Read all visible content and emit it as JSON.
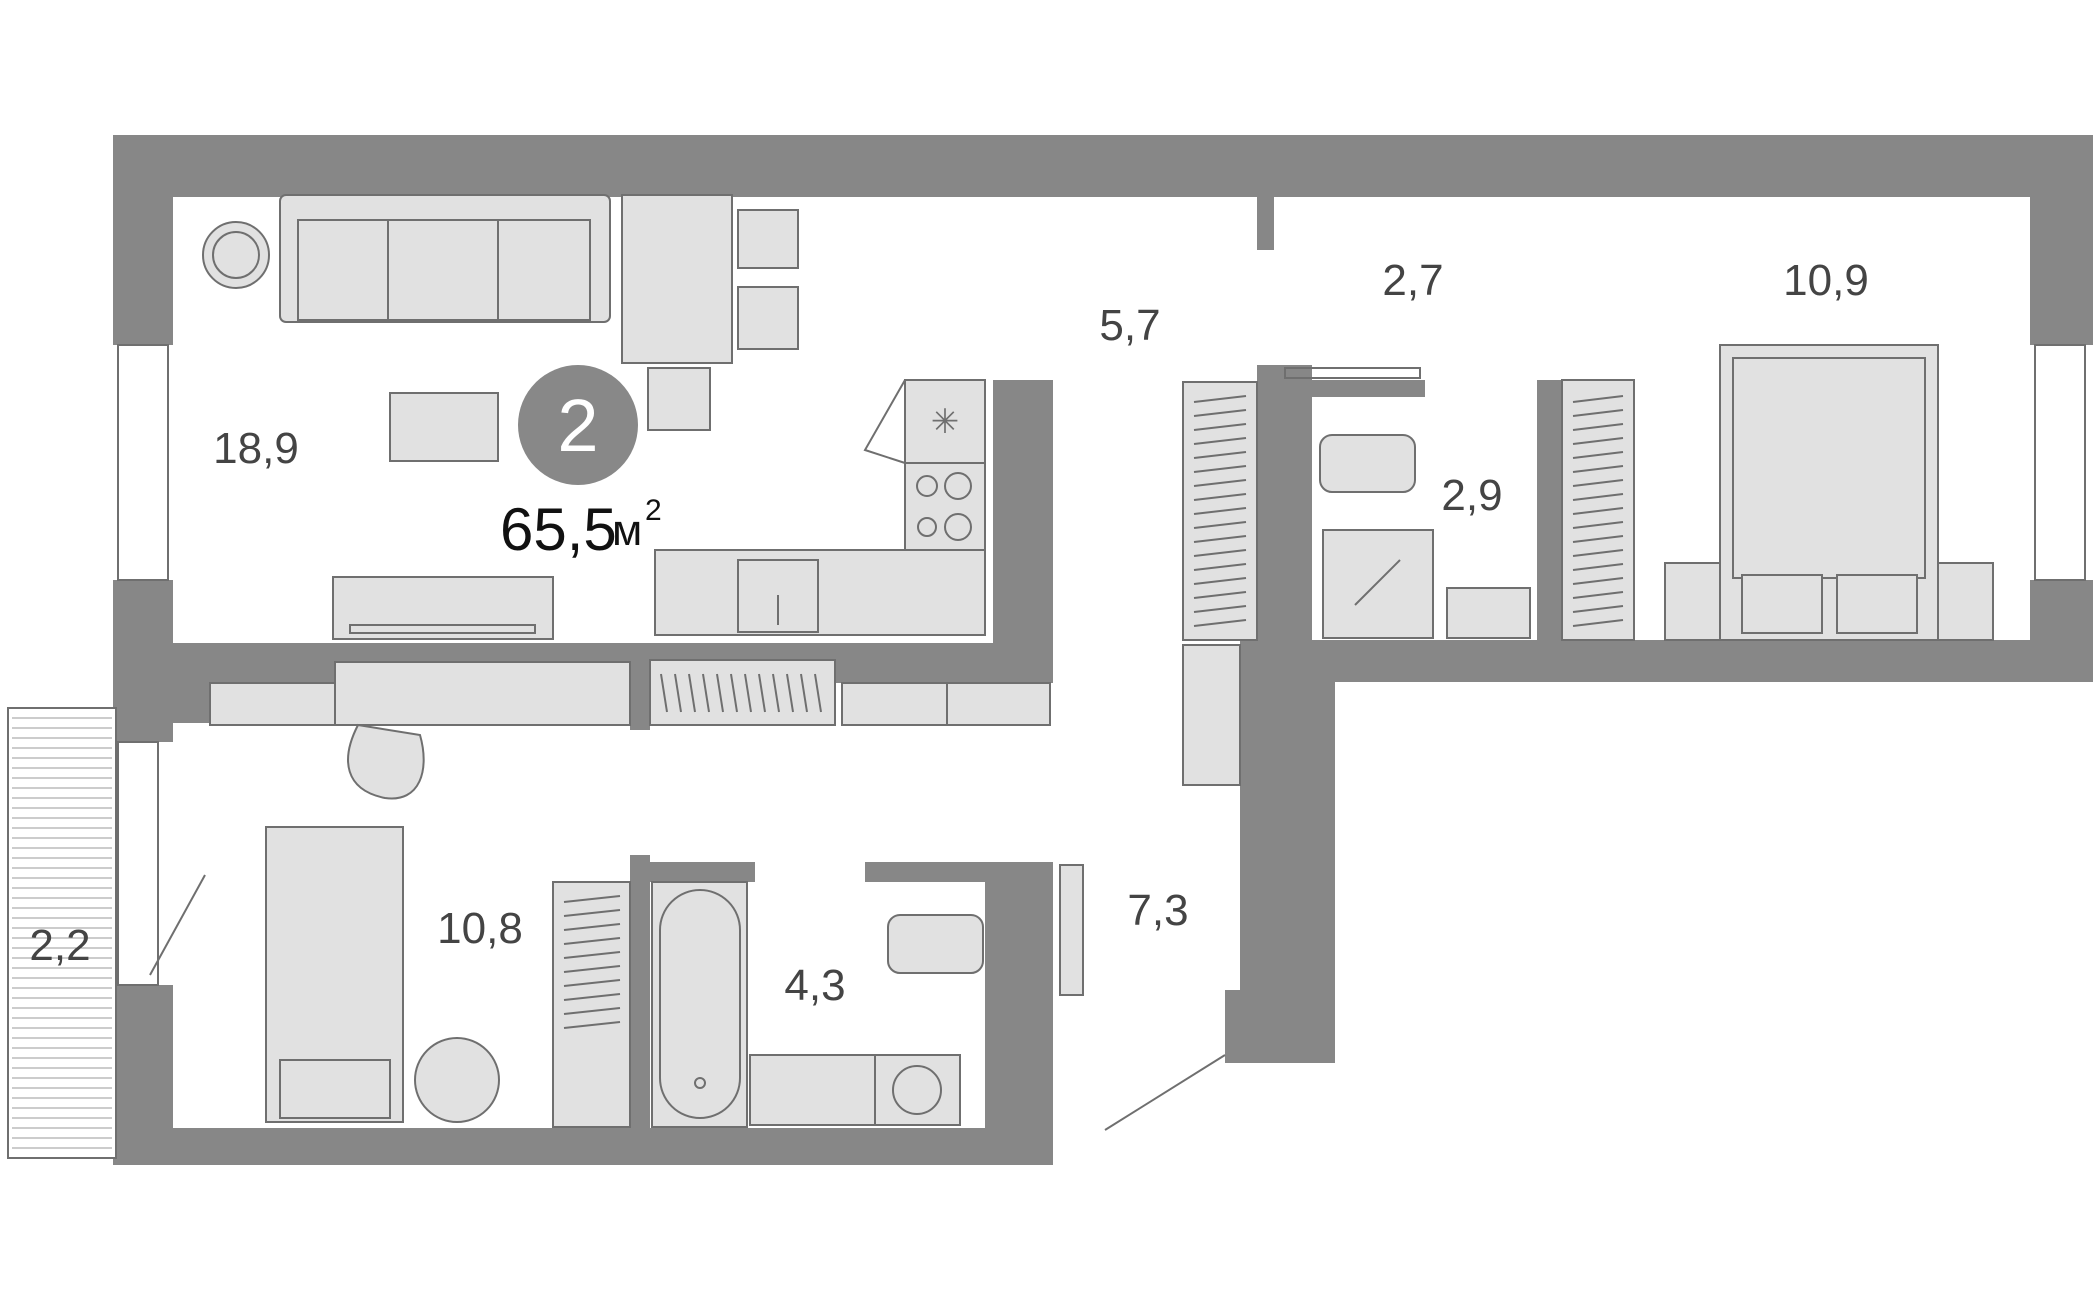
{
  "plan": {
    "room_count": "2",
    "total_area": {
      "value": "65,5",
      "unit": "м",
      "exponent": "2"
    },
    "rooms": [
      {
        "id": "living-kitchen",
        "area": "18,9"
      },
      {
        "id": "hall",
        "area": "5,7"
      },
      {
        "id": "corridor-small",
        "area": "2,7"
      },
      {
        "id": "bedroom-right",
        "area": "10,9"
      },
      {
        "id": "shower-room",
        "area": "2,9"
      },
      {
        "id": "balcony",
        "area": "2,2"
      },
      {
        "id": "bedroom-left",
        "area": "10,8"
      },
      {
        "id": "bathroom",
        "area": "4,3"
      },
      {
        "id": "entrance",
        "area": "7,3"
      }
    ],
    "colors": {
      "wall": "#878787",
      "furniture": "#e1e1e1",
      "furniture_outline": "#6f6f6f",
      "badge": "#888888"
    }
  }
}
